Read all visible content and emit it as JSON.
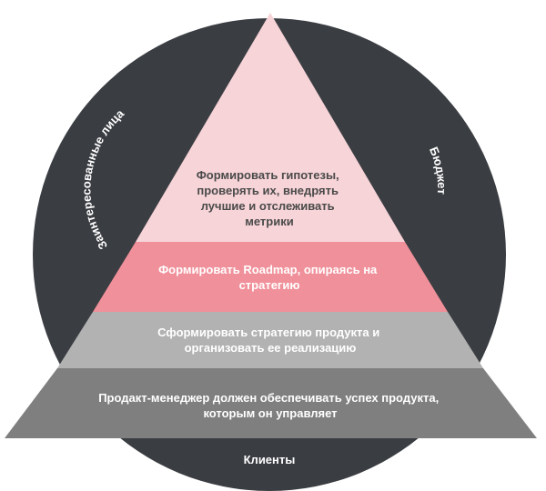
{
  "ring": {
    "left_label": "Заинтересованные лица",
    "right_label": "Бюджет",
    "bottom_label": "Клиенты",
    "color": "#3a3d42"
  },
  "pyramid": {
    "tiers": [
      {
        "lines": [
          "Формировать гипотезы,",
          "проверять их, внедрять",
          "лучшие и отслеживать",
          "метрики"
        ],
        "fill": "#f7d4d8",
        "text_color": "#4a4a4a"
      },
      {
        "lines": [
          "Формировать Roadmap, опираясь на",
          "стратегию"
        ],
        "fill": "#f0909a",
        "text_color": "#ffffff"
      },
      {
        "lines": [
          "Сформировать стратегию продукта и",
          "организовать ее реализацию"
        ],
        "fill": "#b2b2b2",
        "text_color": "#ffffff"
      },
      {
        "lines": [
          "Продакт-менеджер должен обеспечивать успех продукта,",
          "которым он управляет"
        ],
        "fill": "#7f7f7f",
        "text_color": "#ffffff"
      }
    ]
  }
}
